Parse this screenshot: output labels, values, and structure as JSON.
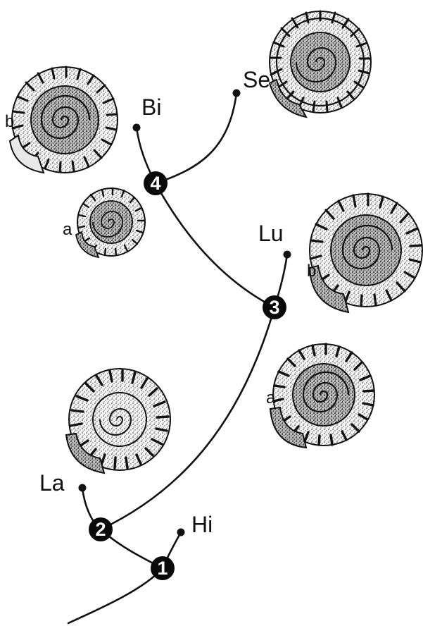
{
  "diagram": {
    "tips": {
      "hi": "Hi",
      "la": "La",
      "lu": "Lu",
      "bi": "Bi",
      "se": "Se"
    },
    "nodes": {
      "n1": "1",
      "n2": "2",
      "n3": "3",
      "n4": "4"
    },
    "fossil_labels": {
      "bi_b": "b",
      "bi_a": "a",
      "lu_b": "b",
      "lu_a": "a"
    },
    "colors": {
      "line": "#111111",
      "node_fill": "#0a0a0a",
      "node_text": "#ffffff"
    }
  }
}
